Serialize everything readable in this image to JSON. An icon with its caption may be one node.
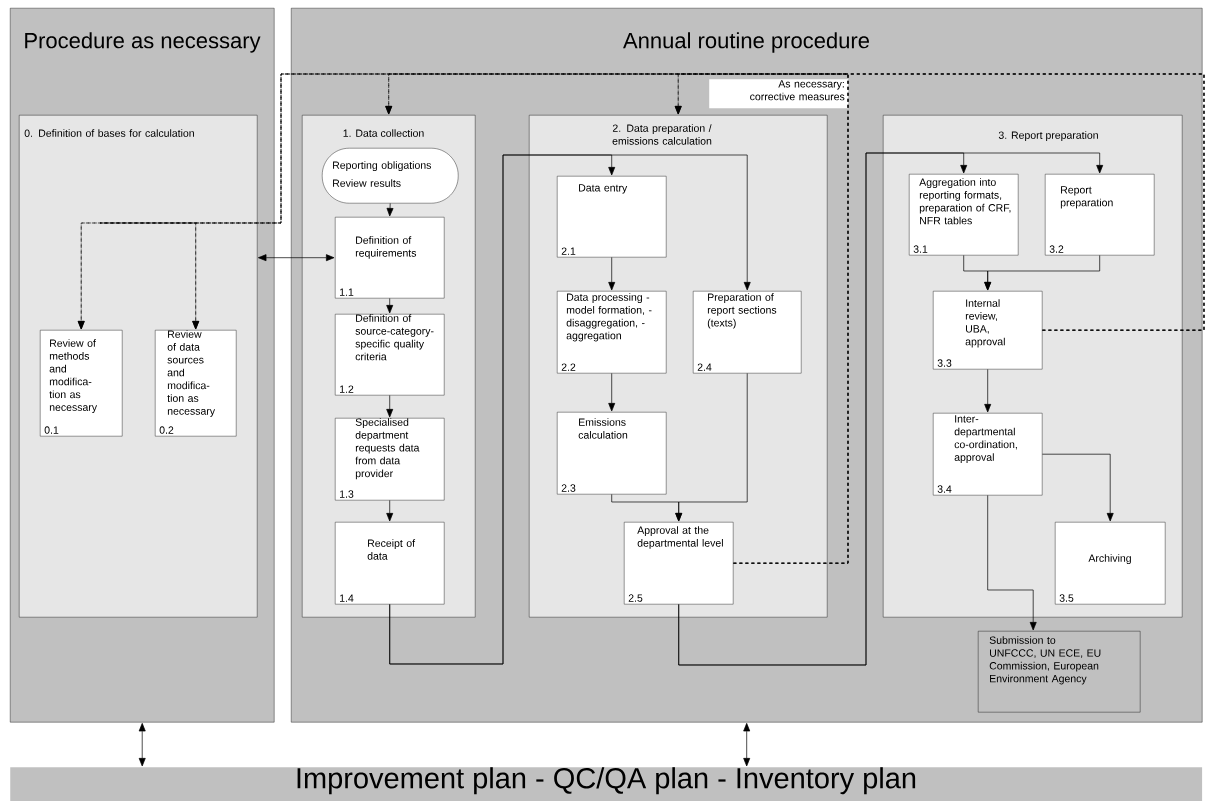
{
  "diagram": {
    "nodes": [
      {
        "text": [
          "Procedure as necessary"
        ]
      },
      {
        "text": [
          "0. Definition of bases for calculation"
        ],
        "in": 0
      },
      {
        "text": [
          "Review of methods and modifica- tion as necessary",
          "0.1"
        ],
        "in": 1
      },
      {
        "text": [
          "Review of data sources and modifica- tion as necessary",
          "0.2"
        ],
        "in": 1
      },
      {
        "text": [
          "Annual routine procedure"
        ]
      },
      {
        "text": [
          "1. Data collection"
        ],
        "in": 4
      },
      {
        "text": [
          "Reporting obligations",
          "Review results"
        ],
        "in": 5
      },
      {
        "text": [
          "Definition of requirements",
          "1.1"
        ],
        "in": 5
      },
      {
        "text": [
          "Definition of source-category-specific quality criteria",
          "1.2"
        ],
        "in": 5
      },
      {
        "text": [
          "Specialised department requests data from data provider",
          "1.3"
        ],
        "in": 5
      },
      {
        "text": [
          "Receipt of data",
          "1.4"
        ],
        "in": 5
      },
      {
        "text": [
          "As necessary: corrective measures"
        ],
        "in": 4
      },
      {
        "text": [
          "2. Data preparation / emissions calculation"
        ],
        "in": 4
      },
      {
        "text": [
          "Data entry",
          "2.1"
        ],
        "in": 12
      },
      {
        "text": [
          "Data processing - model formation, - disaggregation, - aggregation",
          "2.2"
        ],
        "in": 12
      },
      {
        "text": [
          "Preparation of report sections (texts)",
          "2.4"
        ],
        "in": 12
      },
      {
        "text": [
          "Emissions calculation",
          "2.3"
        ],
        "in": 12
      },
      {
        "text": [
          "Approval at the departmental level",
          "2.5"
        ],
        "in": 12
      },
      {
        "text": [
          "3. Report preparation"
        ],
        "in": 4
      },
      {
        "text": [
          "Aggregation into reporting formats, preparation of CRF, NFR tables",
          "3.1"
        ],
        "in": 18
      },
      {
        "text": [
          "Report preparation",
          "3.2"
        ],
        "in": 18
      },
      {
        "text": [
          "Internal review, UBA, approval",
          "3.3"
        ],
        "in": 18
      },
      {
        "text": [
          "Inter- departmental co-ordination, approval",
          "3.4"
        ],
        "in": 18
      },
      {
        "text": [
          "Archiving",
          "3.5"
        ],
        "in": 18
      },
      {
        "text": [
          "Submission to UNFCCC, UN ECE, EU Commission, European Environment Agency"
        ],
        "in": 4
      },
      {
        "text": [
          "Improvement plan - QC/QA plan - Inventory plan"
        ]
      }
    ],
    "edges": [
      {
        "from": 6,
        "to": 7,
        "arrow": "to"
      },
      {
        "from": 7,
        "to": 8,
        "arrow": "to"
      },
      {
        "from": 8,
        "to": 9,
        "arrow": "to"
      },
      {
        "from": 9,
        "to": 10,
        "arrow": "to"
      },
      {
        "from": 1,
        "to": 7,
        "arrow": "both"
      },
      {
        "from": 10,
        "to": 13,
        "arrow": "to"
      },
      {
        "from": 10,
        "to": 15,
        "arrow": "to"
      },
      {
        "from": 13,
        "to": 14,
        "arrow": "to"
      },
      {
        "from": 14,
        "to": 16,
        "arrow": "to"
      },
      {
        "from": 16,
        "to": 17,
        "arrow": "to"
      },
      {
        "from": 15,
        "to": 17,
        "arrow": "to"
      },
      {
        "from": 17,
        "to": 19,
        "arrow": "to"
      },
      {
        "from": 17,
        "to": 20,
        "arrow": "to"
      },
      {
        "from": 19,
        "to": 21,
        "arrow": "to"
      },
      {
        "from": 20,
        "to": 21,
        "arrow": "to"
      },
      {
        "from": 21,
        "to": 22,
        "arrow": "to"
      },
      {
        "from": 22,
        "to": 23,
        "arrow": "to"
      },
      {
        "from": 22,
        "to": 24,
        "arrow": "to"
      },
      {
        "from": 0,
        "to": 25,
        "arrow": "both"
      },
      {
        "from": 4,
        "to": 25,
        "arrow": "both"
      },
      {
        "from": 21,
        "to": 5,
        "arrow": "to",
        "style": "dashed"
      },
      {
        "from": 21,
        "to": 12,
        "arrow": "to",
        "style": "dashed"
      },
      {
        "from": 21,
        "to": 2,
        "arrow": "to",
        "style": "dashed"
      },
      {
        "from": 21,
        "to": 3,
        "arrow": "to",
        "style": "dashed"
      },
      {
        "from": 17,
        "to": 5,
        "arrow": "to",
        "style": "dashed"
      },
      {
        "from": 17,
        "to": 12,
        "arrow": "to",
        "style": "dashed"
      },
      {
        "from": 17,
        "to": 2,
        "arrow": "to",
        "style": "dashed"
      },
      {
        "from": 17,
        "to": 3,
        "arrow": "to",
        "style": "dashed"
      }
    ]
  }
}
